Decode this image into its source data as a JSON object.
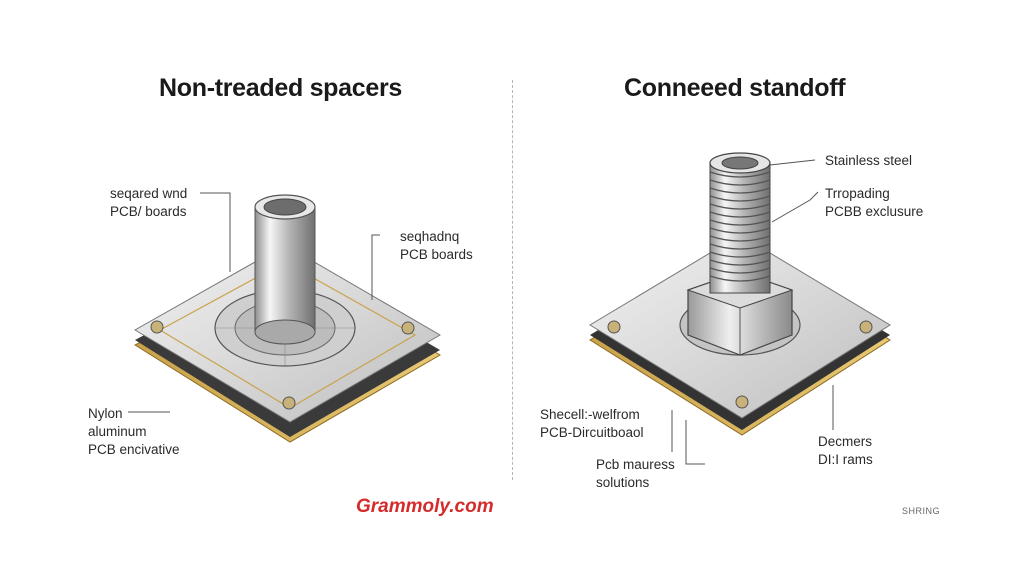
{
  "left": {
    "title": "Non-treaded spacers",
    "label_top_left": [
      "seqared wnd",
      "PCB/ boards"
    ],
    "label_top_right": [
      "seqhadnq",
      "PCB boards"
    ],
    "label_bottom_left": [
      "Nylon",
      "aluminum",
      "PCB encivative"
    ]
  },
  "right": {
    "title": "Conneeed standoff",
    "label_material": "Stainless steel",
    "label_threading": [
      "Trropading",
      "PCBB exclusure"
    ],
    "label_bottom_left": [
      "Shecell:-welfrom",
      "PCB-Dircuitboaol"
    ],
    "label_bottom_mid": [
      "Pcb mauress",
      "solutions"
    ],
    "label_bottom_right": [
      "Decmers",
      "DI:I rams"
    ]
  },
  "watermark": "Grammoly.com",
  "brand": "SHRING"
}
